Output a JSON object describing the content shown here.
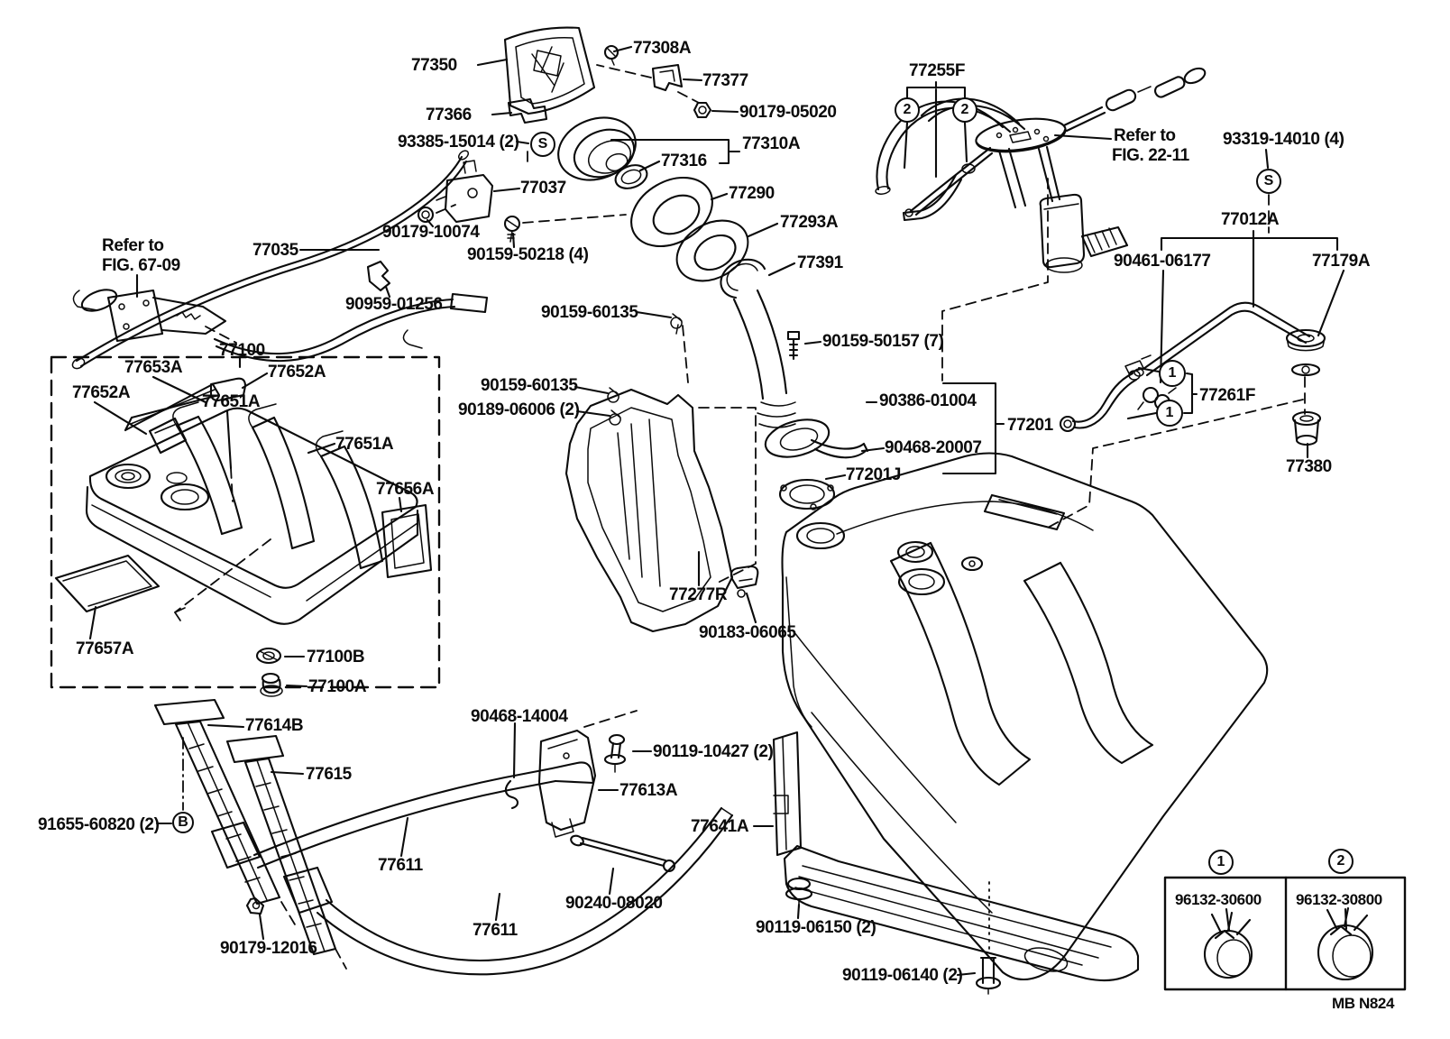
{
  "doc": {
    "kind": "fuel-tank-and-tube parts diagram",
    "footer_code": "MB N824"
  },
  "colors": {
    "ink": "#0b0b0b",
    "paper": "#ffffff"
  },
  "labels": {
    "p77350": "77350",
    "p77308a": "77308A",
    "p77377": "77377",
    "p77366": "77366",
    "p90179_05020": "90179-05020",
    "p93385": "93385-15014 (2)",
    "p77310a": "77310A",
    "p77316": "77316",
    "p77037": "77037",
    "p90179_10074": "90179-10074",
    "p90159_50218": "90159-50218 (4)",
    "p77290": "77290",
    "p77293a": "77293A",
    "p77391": "77391",
    "refer67a": "Refer to",
    "refer67b": "FIG. 67-09",
    "p77035": "77035",
    "p90959": "90959-01256",
    "p77100": "77100",
    "p77255f": "77255F",
    "refer22a": "Refer to",
    "refer22b": "FIG. 22-11",
    "p93319": "93319-14010 (4)",
    "p77012a": "77012A",
    "p90461": "90461-06177",
    "p77179a": "77179A",
    "p90159_60135a": "90159-60135",
    "p90159_50157": "90159-50157 (7)",
    "p90159_60135b": "90159-60135",
    "p90189": "90189-06006 (2)",
    "p90386": "90386-01004",
    "p77201": "77201",
    "p90468_20007": "90468-20007",
    "p77201j": "77201J",
    "p77261f": "77261F",
    "p77380": "77380",
    "p77653a": "77653A",
    "p77652a_r": "77652A",
    "p77652a_l": "77652A",
    "p77651a_c": "77651A",
    "p77651a_r": "77651A",
    "p77656a": "77656A",
    "p77657a": "77657A",
    "p77100b": "77100B",
    "p77100a": "77100A",
    "p77277r": "77277R",
    "p90183": "90183-06065",
    "p77614b": "77614B",
    "p77615": "77615",
    "p91655": "91655-60820 (2)",
    "p77611a": "77611",
    "p90179_12016": "90179-12016",
    "p77611b": "77611",
    "p90240": "90240-08020",
    "p90468_14004": "90468-14004",
    "p90119_10427": "90119-10427 (2)",
    "p77613a": "77613A",
    "p77641a": "77641A",
    "p90119_06150": "90119-06150 (2)",
    "p90119_06140": "90119-06140 (2)",
    "p96132_30600": "96132-30600",
    "p96132_30800": "96132-30800",
    "footer": "MB  N824"
  },
  "badges": {
    "s_top": "S",
    "s_right": "S",
    "two_a": "2",
    "two_b": "2",
    "one_a": "1",
    "one_b": "1",
    "one_box": "1",
    "two_box": "2",
    "b_strap": "B"
  }
}
